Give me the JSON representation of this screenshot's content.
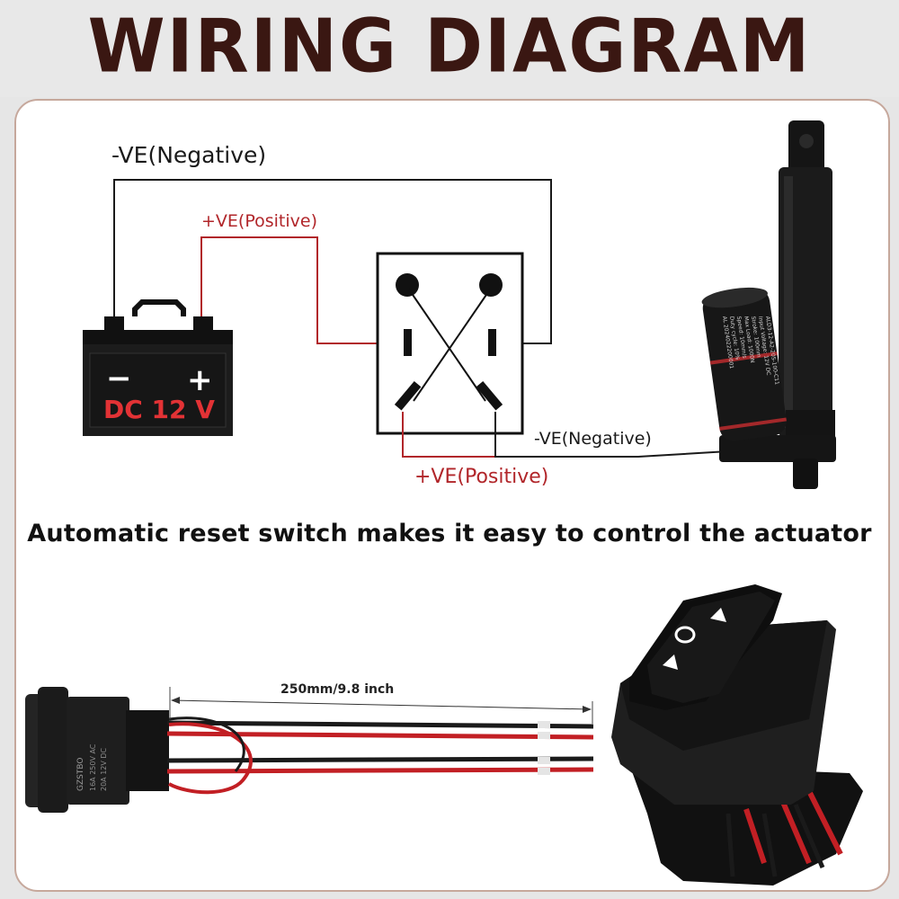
{
  "title": "WIRING DIAGRAM",
  "diagram": {
    "top_negative_label": "-VE(Negative)",
    "top_positive_label": "+VE(Positive)",
    "actuator_negative_label": "-VE(Negative)",
    "actuator_positive_label": "+VE(Positive)",
    "battery_minus": "−",
    "battery_plus": "+",
    "battery_label": "DC 12 V",
    "colors": {
      "negative_wire": "#1a1a1a",
      "positive_wire": "#b1262a",
      "title": "#3a1712"
    }
  },
  "actuator_label_lines": [
    "ALD3-12-A2-20S-100-C11",
    "Input Voltage: 12V DC",
    "Stroke: 100mm",
    "Max Load: 1000N",
    "Speed: 10mm/s",
    "Duty cycle: 10%",
    "AL 2024022200001"
  ],
  "caption": "Automatic reset switch makes it easy to control the actuator",
  "cable_length_label": "250mm/9.8 inch",
  "switch_side_text": [
    "GZSTBO",
    "16A 250V AC",
    "20A 12V DC"
  ]
}
